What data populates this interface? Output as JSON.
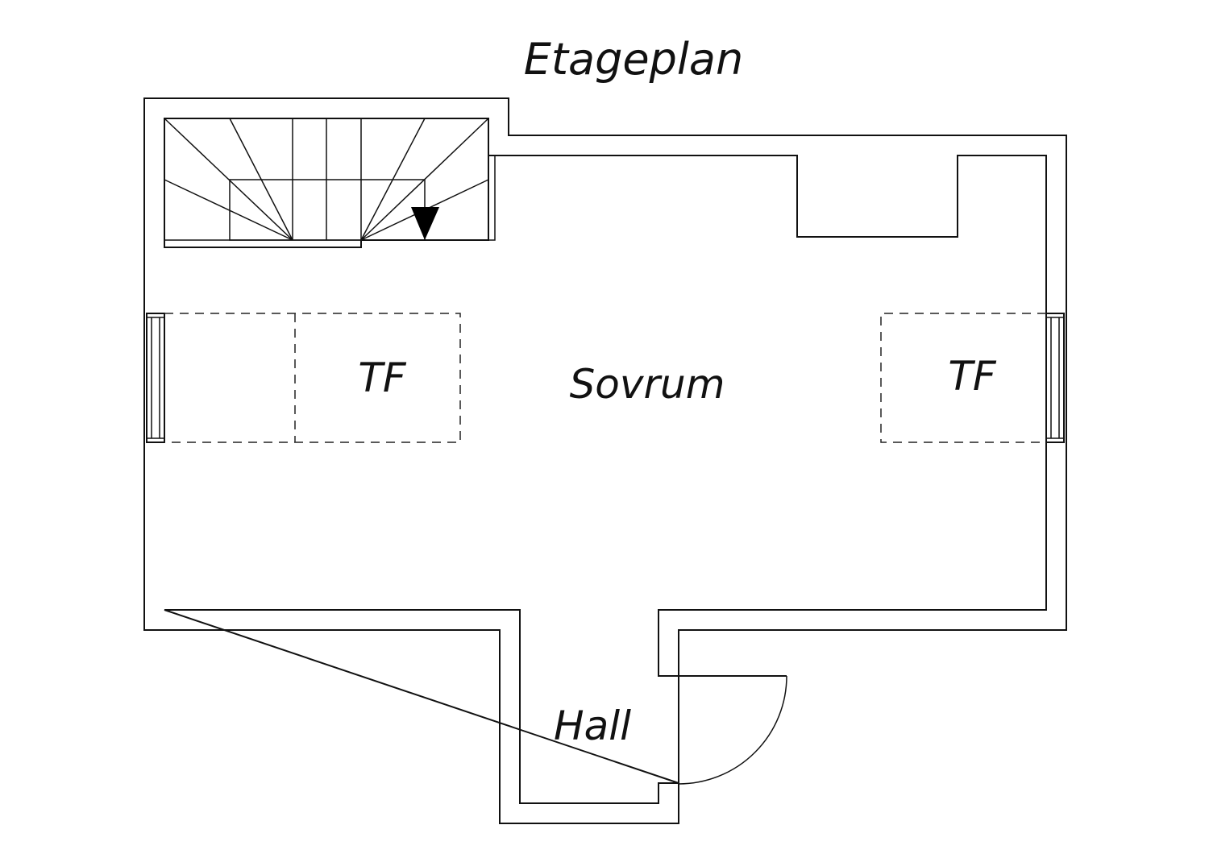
{
  "title": "Etageplan",
  "rooms": {
    "bedroom": "Sovrum",
    "hall": "Hall"
  },
  "zones": {
    "left": "TF",
    "right": "TF"
  },
  "icons": {
    "stair_direction": "stair-arrow-down-icon",
    "door_swing": "door-swing-arc",
    "window": "window-symbol"
  },
  "colors": {
    "line": "#111111",
    "background": "#ffffff"
  }
}
